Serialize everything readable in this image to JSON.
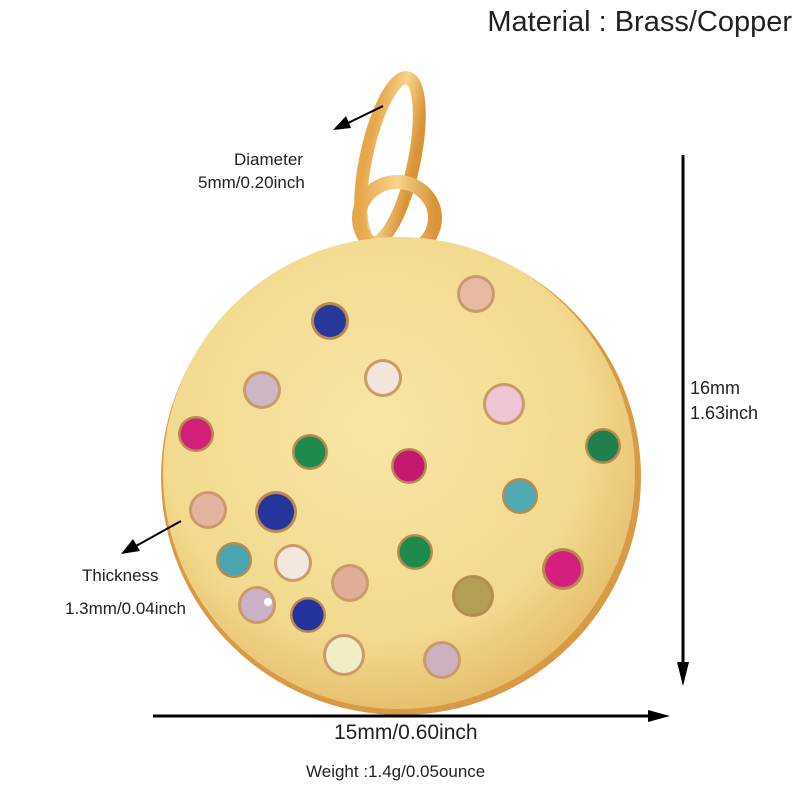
{
  "title": "Material : Brass/Copper",
  "annotations": {
    "diameter": {
      "label": "Diameter",
      "value": "5mm/0.20inch"
    },
    "thickness": {
      "label": "Thickness",
      "value": "1.3mm/0.04inch"
    },
    "height": {
      "mm": "16mm",
      "inch": "1.63inch"
    },
    "width": {
      "value": "15mm/0.60inch"
    },
    "weight": {
      "value": "Weight :1.4g/0.05ounce"
    }
  },
  "product": {
    "type": "round coin pendant with jump ring",
    "metal_color": "#f0d78f",
    "gem_count": 22,
    "gem_colors": [
      "peach",
      "sapphire-blue",
      "clear",
      "pink",
      "lilac-opal",
      "fuchsia",
      "emerald",
      "turquoise",
      "olive",
      "pale-yellow"
    ]
  }
}
